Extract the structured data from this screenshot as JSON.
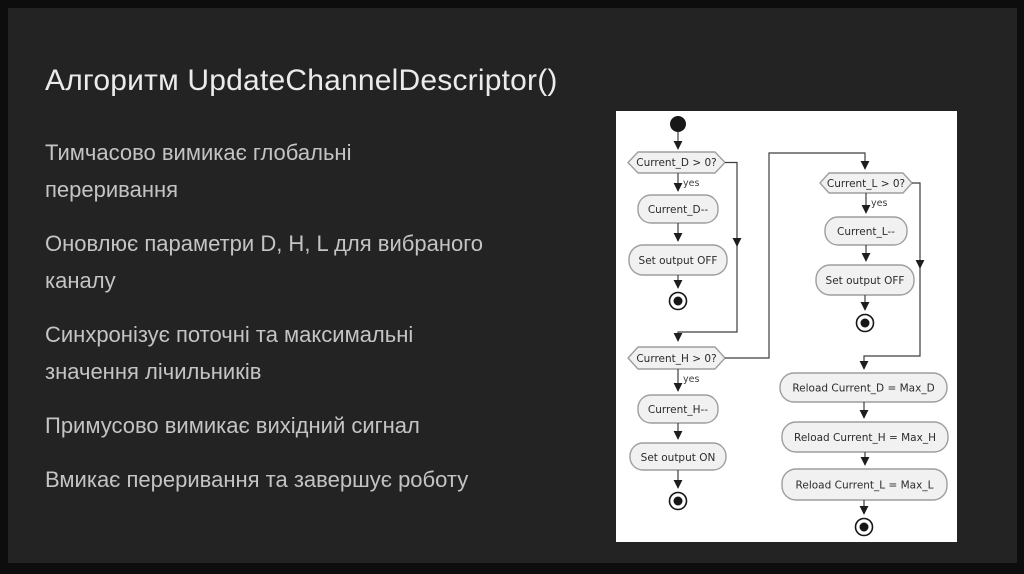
{
  "slide": {
    "title": "Алгоритм UpdateChannelDescriptor()",
    "bullets": [
      {
        "lines": [
          "Тимчасово вимикає глобальні",
          "переривання"
        ]
      },
      {
        "lines": [
          "Оновлює параметри D, H, L для вибраного",
          "каналу"
        ]
      },
      {
        "lines": [
          "Синхронізує поточні та максимальні",
          "значення лічильників"
        ]
      },
      {
        "lines": [
          "Примусово вимикає вихідний сигнал"
        ]
      },
      {
        "lines": [
          "Вмикає переривання та завершує роботу"
        ]
      }
    ]
  },
  "diagram": {
    "type": "uml-activity",
    "yes_label": "yes",
    "nodes": {
      "dec_d": "Current_D > 0?",
      "act_d_dec": "Current_D--",
      "act_d_off": "Set output OFF",
      "dec_h": "Current_H > 0?",
      "act_h_dec": "Current_H--",
      "act_h_on": "Set output ON",
      "dec_l": "Current_L > 0?",
      "act_l_dec": "Current_L--",
      "act_l_off": "Set output OFF",
      "reload_d": "Reload Current_D = Max_D",
      "reload_h": "Reload Current_H = Max_H",
      "reload_l": "Reload Current_L = Max_L"
    },
    "edges": [
      {
        "from": "start",
        "to": "dec_d"
      },
      {
        "from": "dec_d",
        "to": "act_d_dec",
        "label": "yes"
      },
      {
        "from": "act_d_dec",
        "to": "act_d_off"
      },
      {
        "from": "act_d_off",
        "to": "stop_1"
      },
      {
        "from": "dec_d",
        "to": "dec_h"
      },
      {
        "from": "dec_h",
        "to": "act_h_dec",
        "label": "yes"
      },
      {
        "from": "act_h_dec",
        "to": "act_h_on"
      },
      {
        "from": "act_h_on",
        "to": "stop_2"
      },
      {
        "from": "dec_h",
        "to": "dec_l"
      },
      {
        "from": "dec_l",
        "to": "act_l_dec",
        "label": "yes"
      },
      {
        "from": "act_l_dec",
        "to": "act_l_off"
      },
      {
        "from": "act_l_off",
        "to": "stop_3"
      },
      {
        "from": "dec_l",
        "to": "reload_d"
      },
      {
        "from": "reload_d",
        "to": "reload_h"
      },
      {
        "from": "reload_h",
        "to": "reload_l"
      },
      {
        "from": "reload_l",
        "to": "stop_4"
      }
    ]
  },
  "colors": {
    "frame": "#0d0d0d",
    "slide_bg": "#232323",
    "title_text": "#ebebeb",
    "body_text": "#c4c4c4",
    "panel_bg": "#ffffff",
    "node_fill": "#f1f1f1",
    "node_border": "#9e9e9e",
    "edge": "#3d3d3d",
    "node_text": "#2b2b2b"
  }
}
